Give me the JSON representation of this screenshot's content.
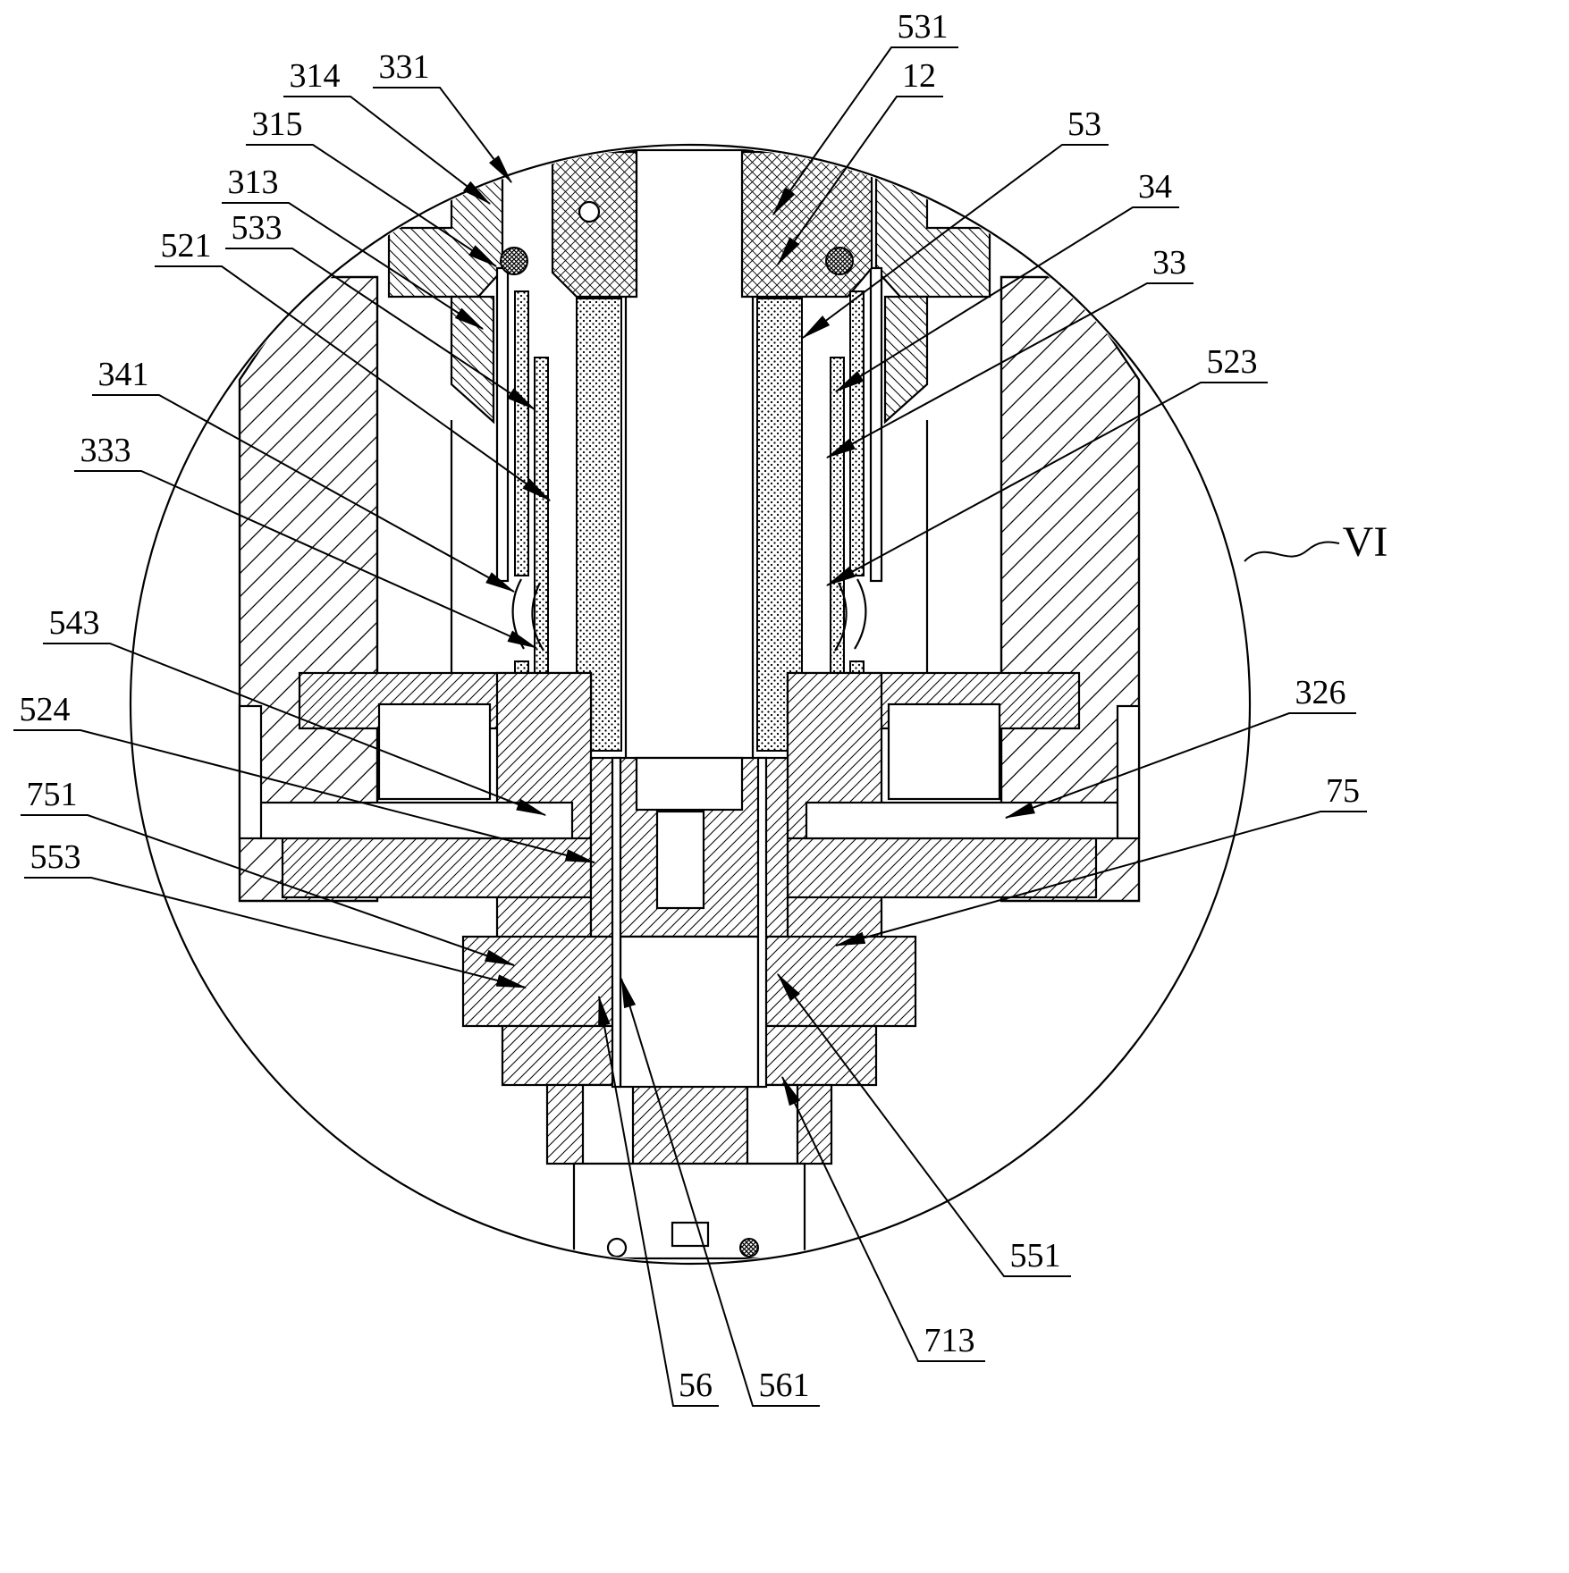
{
  "figure": {
    "type": "patent-detail-drawing",
    "view_label": "VI",
    "background": "#ffffff",
    "line_color": "#000000",
    "labels": [
      {
        "ref": "314"
      },
      {
        "ref": "331"
      },
      {
        "ref": "315"
      },
      {
        "ref": "313"
      },
      {
        "ref": "533"
      },
      {
        "ref": "521"
      },
      {
        "ref": "341"
      },
      {
        "ref": "333"
      },
      {
        "ref": "543"
      },
      {
        "ref": "524"
      },
      {
        "ref": "751"
      },
      {
        "ref": "553"
      },
      {
        "ref": "531"
      },
      {
        "ref": "12"
      },
      {
        "ref": "53"
      },
      {
        "ref": "34"
      },
      {
        "ref": "33"
      },
      {
        "ref": "523"
      },
      {
        "ref": "326"
      },
      {
        "ref": "75"
      },
      {
        "ref": "551"
      },
      {
        "ref": "713"
      },
      {
        "ref": "56"
      },
      {
        "ref": "561"
      }
    ]
  }
}
